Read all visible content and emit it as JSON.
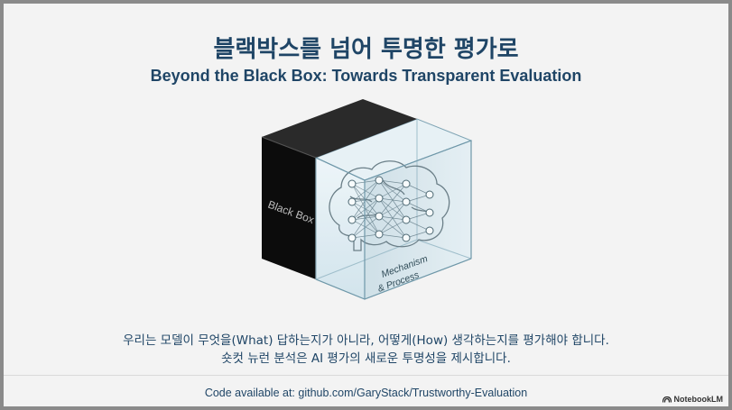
{
  "slide": {
    "title": "블랙박스를 넘어 투명한 평가로",
    "subtitle": "Beyond the Black Box: Towards Transparent Evaluation"
  },
  "diagram": {
    "black_label": "Black Box",
    "glass_label_line1": "Mechanism",
    "glass_label_line2": "& Process"
  },
  "caption": {
    "line1": "우리는 모델이 무엇을(What) 답하는지가 아니라, 어떻게(How) 생각하는지를 평가해야 합니다.",
    "line2": "숏컷 뉴런 분석은 AI 평가의 새로운 투명성을 제시합니다."
  },
  "footer": {
    "code_text": "Code available at: github.com/GaryStack/Trustworthy-Evaluation"
  },
  "brand": {
    "name": "NotebookLM",
    "icon": "notebooklm-logo-icon"
  }
}
